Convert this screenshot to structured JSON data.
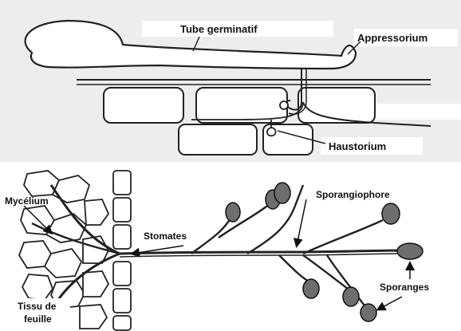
{
  "figure": {
    "top_panel": {
      "labels": {
        "germ_tube": "Tube germinatif",
        "appressorium": "Appressorium",
        "haustorium": "Haustorium"
      }
    },
    "bottom_panel": {
      "labels": {
        "mycelium": "Mycélium",
        "sporangiophore": "Sporangiophore",
        "stomata": "Stomates",
        "sporangia": "Sporanges",
        "leaf_tissue_line1": "Tissu de",
        "leaf_tissue_line2": "feuille"
      }
    }
  }
}
